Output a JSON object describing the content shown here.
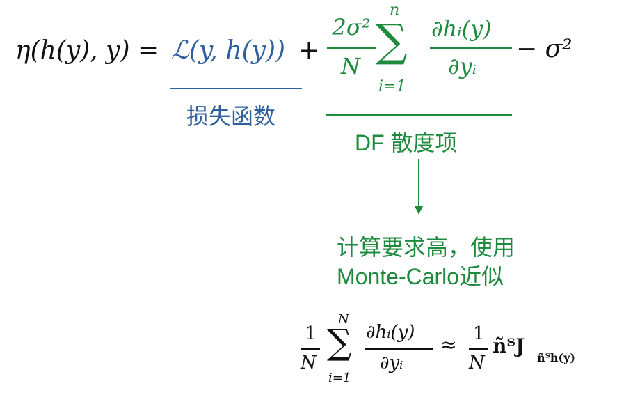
{
  "main_equation": {
    "lhs": "η(h(y), y) =",
    "loss_term": "ℒ(y, h(y))",
    "plus": "+",
    "coef_num": "2σ²",
    "coef_den": "N",
    "sum_upper": "n",
    "sum_symbol": "∑",
    "sum_lower": "i=1",
    "deriv_num": "∂hᵢ(y)",
    "deriv_den": "∂yᵢ",
    "tail": "− σ²"
  },
  "annotations": {
    "loss_label": "损失函数",
    "df_label": "DF 散度项",
    "note_line1": "计算要求高，使用",
    "note_line2": "Monte-Carlo近似"
  },
  "approx_equation": {
    "coef_num": "1",
    "coef_den": "N",
    "sum_upper": "N",
    "sum_symbol": "∑",
    "sum_lower": "i=1",
    "deriv_num": "∂hᵢ(y)",
    "deriv_den": "∂yᵢ",
    "approx": "≈",
    "rhs_num": "1",
    "rhs_den": "N",
    "rhs_term": "ñᵀJ",
    "rhs_sub": "ñᵀh(y)"
  },
  "colors": {
    "loss": "#2e5f9f",
    "df": "#1e8a3d",
    "text": "#111111"
  }
}
